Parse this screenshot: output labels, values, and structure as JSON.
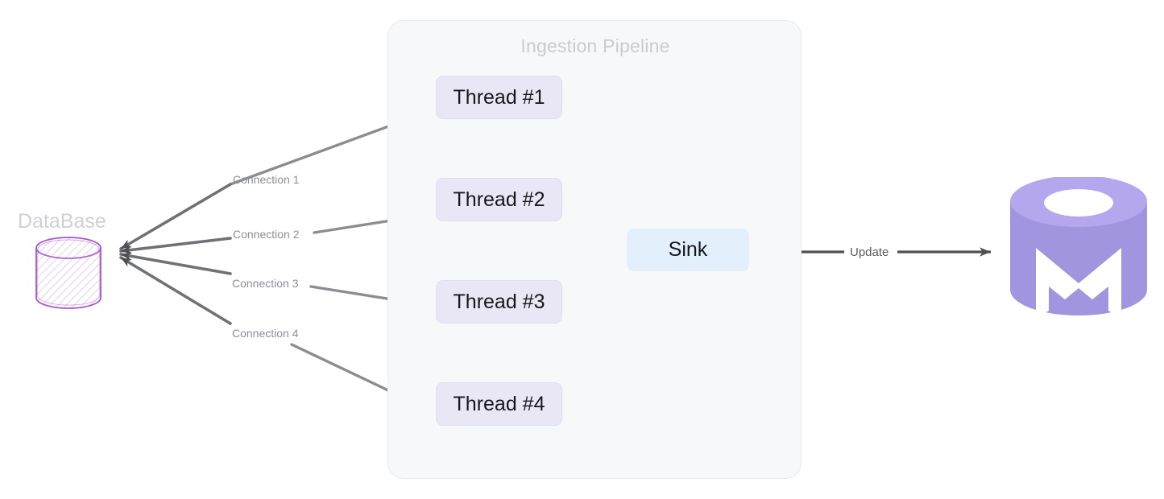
{
  "diagram": {
    "title": "Ingestion Pipeline data flow",
    "source": {
      "label": "DataBase",
      "icon": "database-cylinder-icon"
    },
    "pipeline": {
      "title": "Ingestion Pipeline",
      "threads": [
        {
          "label": "Thread #1"
        },
        {
          "label": "Thread #2"
        },
        {
          "label": "Thread #3"
        },
        {
          "label": "Thread #4"
        }
      ],
      "sink": {
        "label": "Sink"
      }
    },
    "connections": [
      {
        "label": "Connection 1"
      },
      {
        "label": "Connection 2"
      },
      {
        "label": "Connection 3"
      },
      {
        "label": "Connection 4"
      }
    ],
    "update_edge": {
      "label": "Update"
    },
    "target": {
      "label": "materialize-logo",
      "icon": "materialize-cylinder-logo"
    },
    "colors": {
      "thread_fill": "#e9e7f6",
      "sink_fill": "#e4effc",
      "group_fill": "#f7f8fa",
      "group_border": "#e7e9ee",
      "edge_stroke": "#6f7175",
      "muted_text": "#8c8f96",
      "title_text": "#c9cbd1",
      "database_stroke": "#a855c8",
      "logo_top": "#b4a7ee",
      "logo_body": "#a295e0",
      "logo_mark": "#ffffff"
    }
  }
}
